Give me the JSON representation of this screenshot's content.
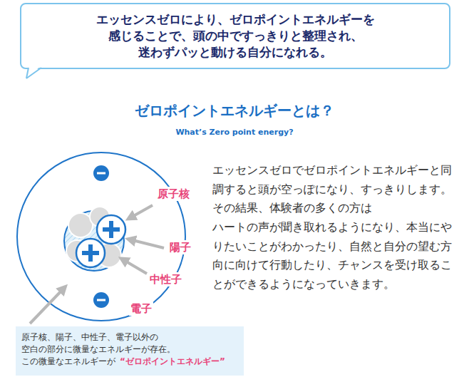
{
  "diagram": {
    "title": "ゼロポイントエネルギーとは？",
    "nodes": [
      {
        "text": [
          "エッセンスゼロにより、ゼロポイントエネルギーを 感じることで、頭の中ですっきりと整理され、 迷わずパッと動ける自分になれる。"
        ]
      },
      {
        "text": [
          "原子核、陽子、中性子、電子以外の 空白の部分に微量なエネルギーが存在。",
          "この微量なエネルギーが",
          "“ゼロポイントエネルギー”"
        ]
      }
    ],
    "labels": [
      "What’s Zero point energy?",
      "エッセンスゼロでゼロポイントエネルギーと同調すると頭が空っぽになり、すっきりします。",
      "その結果、体験者の多くの方は",
      "ハートの声が聞き取れるようになり、本当にやりたいことがわかったり、自然と自分の望む方向に向けて行動したり、チャンスを受け取ることができるようになっていきます。",
      "原子核",
      "陽子",
      "中性子",
      "電子"
    ]
  }
}
